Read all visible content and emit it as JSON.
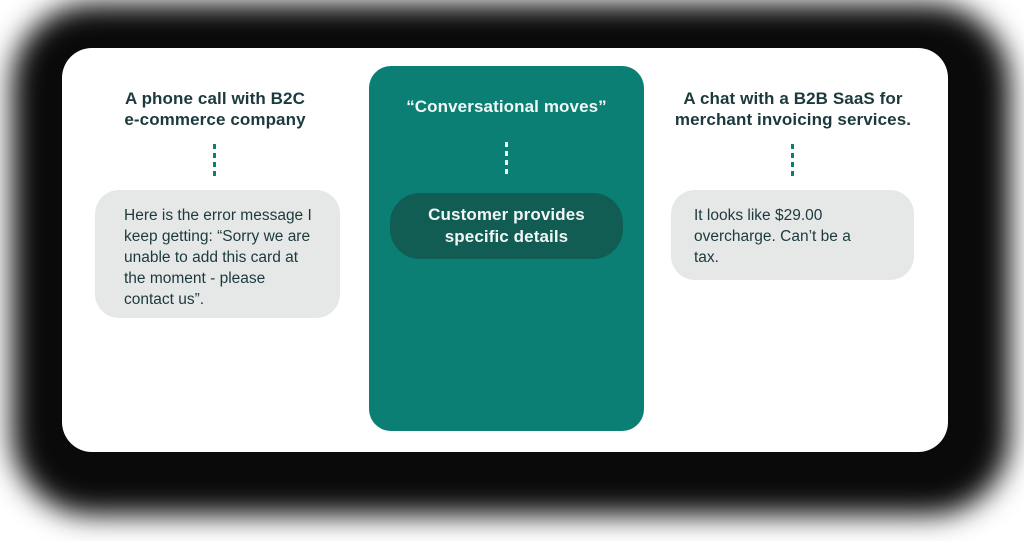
{
  "diagram": {
    "left_column": {
      "heading_lines": [
        "A phone call with B2C",
        "e-commerce company"
      ],
      "bubble_text": "Here is the error message I keep getting: “Sorry we are unable to add this card at the moment - please contact us”."
    },
    "center_card": {
      "heading": "“Conversational moves”",
      "pill_text": "Customer provides specific details"
    },
    "right_column": {
      "heading_lines": [
        "A chat with a B2B SaaS for",
        "merchant invoicing services."
      ],
      "bubble_text": "It looks like $29.00 overcharge. Can’t be a tax."
    },
    "colors": {
      "teal_card": "#0b7f74",
      "dark_teal_pill": "#115c53",
      "heading_text": "#1c3a3e",
      "bubble_gray": "#e6e7e7",
      "panel_white": "#ffffff",
      "shadow_black": "#0a0a0a"
    }
  }
}
